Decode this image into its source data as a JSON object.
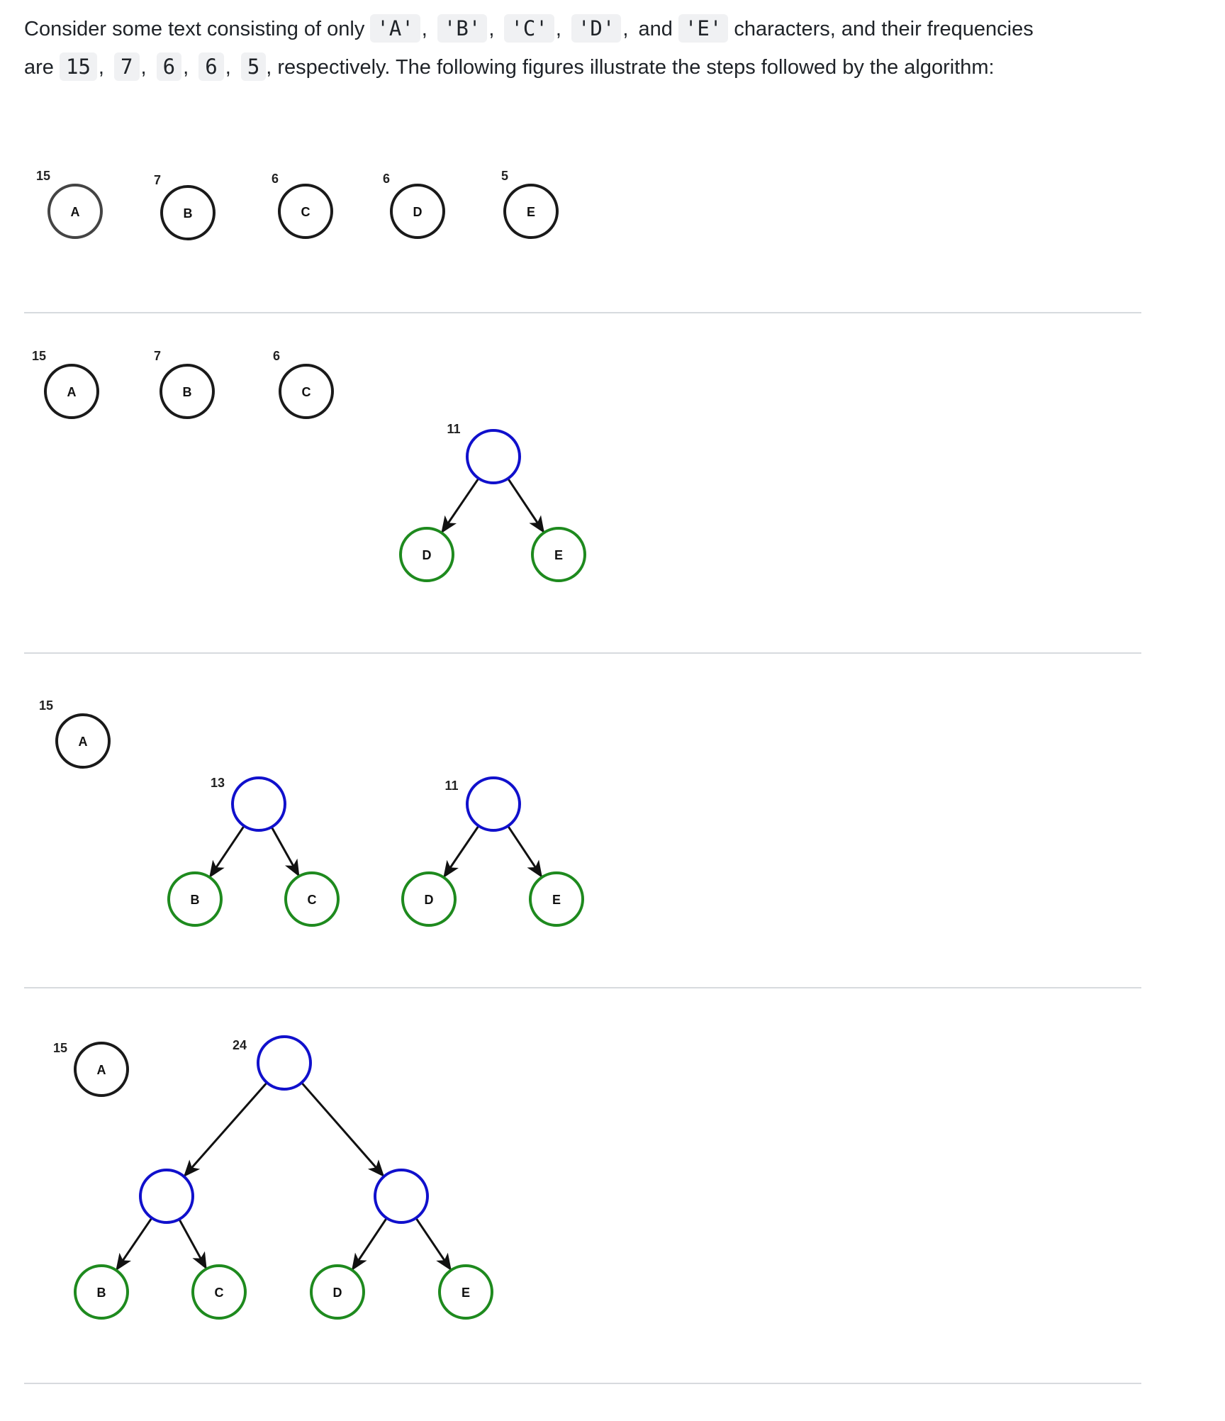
{
  "intro": {
    "part1": "Consider some text consisting of only",
    "chars": [
      "'A'",
      "'B'",
      "'C'",
      "'D'",
      "'E'"
    ],
    "and_word": "and",
    "part2": "characters, and their frequencies",
    "are_word": "are",
    "freqs": [
      "15",
      "7",
      "6",
      "6",
      "5"
    ],
    "part3": ", respectively. The following figures illustrate the steps followed by the algorithm:"
  },
  "colors": {
    "initial_node": "#1a1a1a",
    "leaf_node": "#1e8a1e",
    "internal_node": "#1010cc",
    "edge": "#111111",
    "divider": "#d7dade"
  },
  "steps": [
    {
      "nodes": [
        {
          "id": "A",
          "label": "A",
          "weight": "15",
          "kind": "initial"
        },
        {
          "id": "B",
          "label": "B",
          "weight": "7",
          "kind": "initial"
        },
        {
          "id": "C",
          "label": "C",
          "weight": "6",
          "kind": "initial"
        },
        {
          "id": "D",
          "label": "D",
          "weight": "6",
          "kind": "initial"
        },
        {
          "id": "E",
          "label": "E",
          "weight": "5",
          "kind": "initial"
        }
      ],
      "edges": []
    },
    {
      "nodes": [
        {
          "id": "A",
          "label": "A",
          "weight": "15",
          "kind": "initial"
        },
        {
          "id": "B",
          "label": "B",
          "weight": "7",
          "kind": "initial"
        },
        {
          "id": "C",
          "label": "C",
          "weight": "6",
          "kind": "initial"
        },
        {
          "id": "DE",
          "label": "",
          "weight": "11",
          "kind": "internal"
        },
        {
          "id": "D",
          "label": "D",
          "weight": "",
          "kind": "leaf"
        },
        {
          "id": "E",
          "label": "E",
          "weight": "",
          "kind": "leaf"
        }
      ],
      "edges": [
        [
          "DE",
          "D"
        ],
        [
          "DE",
          "E"
        ]
      ]
    },
    {
      "nodes": [
        {
          "id": "A",
          "label": "A",
          "weight": "15",
          "kind": "initial"
        },
        {
          "id": "BC",
          "label": "",
          "weight": "13",
          "kind": "internal"
        },
        {
          "id": "B",
          "label": "B",
          "weight": "",
          "kind": "leaf"
        },
        {
          "id": "C",
          "label": "C",
          "weight": "",
          "kind": "leaf"
        },
        {
          "id": "DE",
          "label": "",
          "weight": "11",
          "kind": "internal"
        },
        {
          "id": "D",
          "label": "D",
          "weight": "",
          "kind": "leaf"
        },
        {
          "id": "E",
          "label": "E",
          "weight": "",
          "kind": "leaf"
        }
      ],
      "edges": [
        [
          "BC",
          "B"
        ],
        [
          "BC",
          "C"
        ],
        [
          "DE",
          "D"
        ],
        [
          "DE",
          "E"
        ]
      ]
    },
    {
      "nodes": [
        {
          "id": "A",
          "label": "A",
          "weight": "15",
          "kind": "initial"
        },
        {
          "id": "ROOT",
          "label": "",
          "weight": "24",
          "kind": "internal"
        },
        {
          "id": "BC",
          "label": "",
          "weight": "",
          "kind": "internal"
        },
        {
          "id": "DE",
          "label": "",
          "weight": "",
          "kind": "internal"
        },
        {
          "id": "B",
          "label": "B",
          "weight": "",
          "kind": "leaf"
        },
        {
          "id": "C",
          "label": "C",
          "weight": "",
          "kind": "leaf"
        },
        {
          "id": "D",
          "label": "D",
          "weight": "",
          "kind": "leaf"
        },
        {
          "id": "E",
          "label": "E",
          "weight": "",
          "kind": "leaf"
        }
      ],
      "edges": [
        [
          "ROOT",
          "BC"
        ],
        [
          "ROOT",
          "DE"
        ],
        [
          "BC",
          "B"
        ],
        [
          "BC",
          "C"
        ],
        [
          "DE",
          "D"
        ],
        [
          "DE",
          "E"
        ]
      ]
    }
  ]
}
